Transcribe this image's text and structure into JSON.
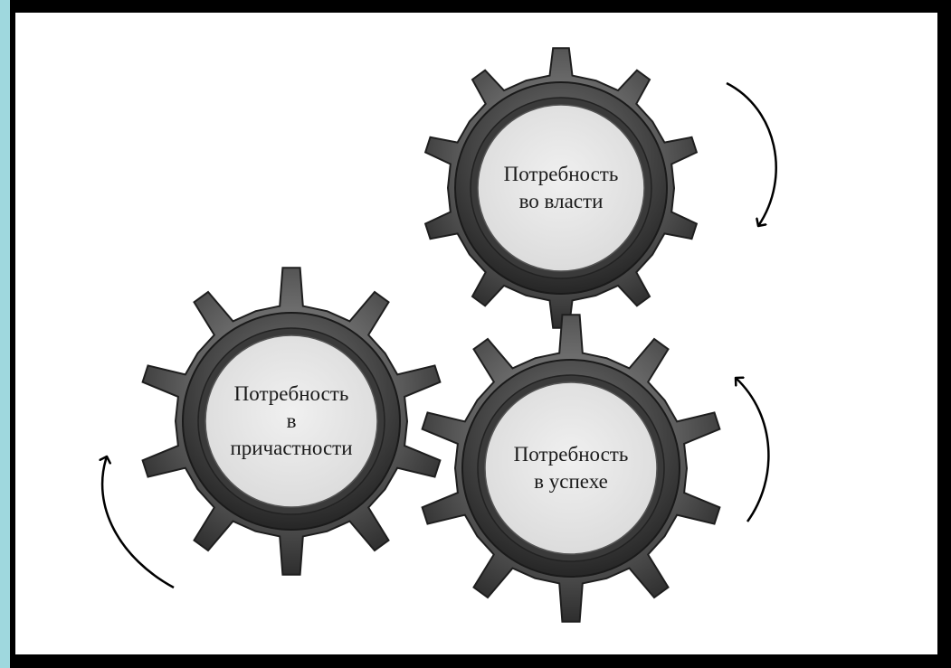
{
  "diagram": {
    "gears": [
      {
        "id": "power",
        "lines": [
          "Потребность",
          "во власти"
        ]
      },
      {
        "id": "affiliation",
        "lines": [
          "Потребность",
          "в",
          "причастности"
        ]
      },
      {
        "id": "achievement",
        "lines": [
          "Потребность",
          "в успехе"
        ]
      }
    ],
    "colors": {
      "gear_dark": "#4a4a4a",
      "gear_light": "#8c8c8c",
      "hub": "#e8e8e8",
      "arrow": "#000000",
      "frame": "#000000",
      "side_strip": "#9fd8de"
    },
    "arrows": [
      {
        "id": "arrow-power",
        "direction": "clockwise"
      },
      {
        "id": "arrow-achievement",
        "direction": "counterclockwise"
      },
      {
        "id": "arrow-affiliation",
        "direction": "counterclockwise"
      }
    ]
  }
}
